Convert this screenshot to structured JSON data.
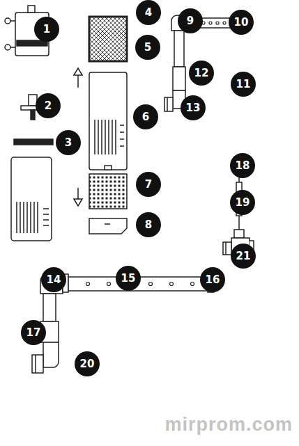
{
  "diagram": {
    "labels": [
      "1",
      "2",
      "3",
      "4",
      "5",
      "6",
      "7",
      "8",
      "9",
      "10",
      "11",
      "12",
      "13",
      "14",
      "15",
      "16",
      "17",
      "18",
      "19",
      "20",
      "21",
      "mirprom.com"
    ]
  }
}
